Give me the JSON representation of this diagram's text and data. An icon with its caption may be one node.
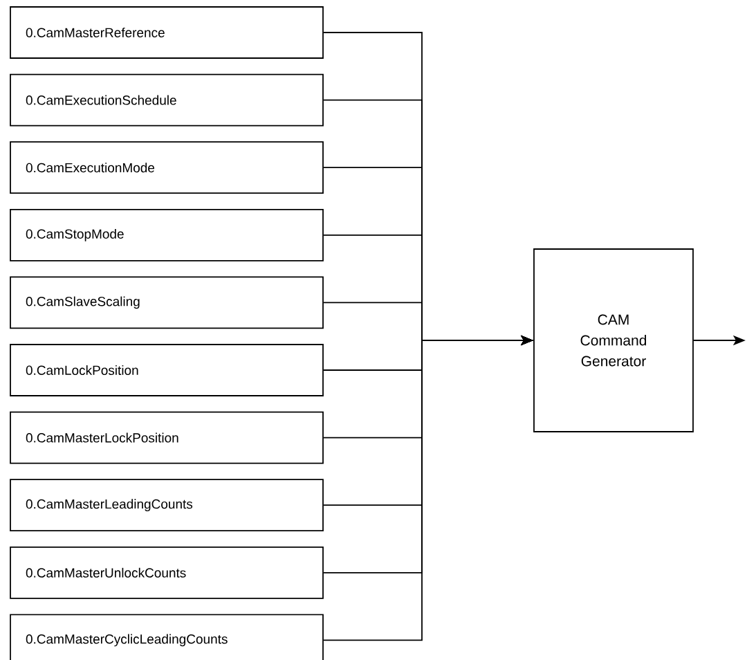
{
  "diagram": {
    "nodes": [
      {
        "text": [
          "0.CamMasterReference"
        ]
      },
      {
        "text": [
          "0.CamExecutionSchedule"
        ]
      },
      {
        "text": [
          "0.CamExecutionMode"
        ]
      },
      {
        "text": [
          "0.CamStopMode"
        ]
      },
      {
        "text": [
          "0.CamSlaveScaling"
        ]
      },
      {
        "text": [
          "0.CamLockPosition"
        ]
      },
      {
        "text": [
          "0.CamMasterLockPosition"
        ]
      },
      {
        "text": [
          "0.CamMasterLeadingCounts"
        ]
      },
      {
        "text": [
          "0.CamMasterUnlockCounts"
        ]
      },
      {
        "text": [
          "0.CamMasterCyclicLeadingCounts"
        ]
      },
      {
        "text": [
          "CAM Command Generator"
        ]
      }
    ],
    "edges": [
      {
        "from": 0,
        "to": 10,
        "arrow": "to"
      },
      {
        "from": 1,
        "to": 10,
        "arrow": "to"
      },
      {
        "from": 2,
        "to": 10,
        "arrow": "to"
      },
      {
        "from": 3,
        "to": 10,
        "arrow": "to"
      },
      {
        "from": 4,
        "to": 10,
        "arrow": "to"
      },
      {
        "from": 5,
        "to": 10,
        "arrow": "to"
      },
      {
        "from": 6,
        "to": 10,
        "arrow": "to"
      },
      {
        "from": 7,
        "to": 10,
        "arrow": "to"
      },
      {
        "from": 8,
        "to": 10,
        "arrow": "to"
      },
      {
        "from": 9,
        "to": 10,
        "arrow": "to"
      },
      {
        "from": 10,
        "to": null,
        "arrow": "to"
      }
    ]
  }
}
